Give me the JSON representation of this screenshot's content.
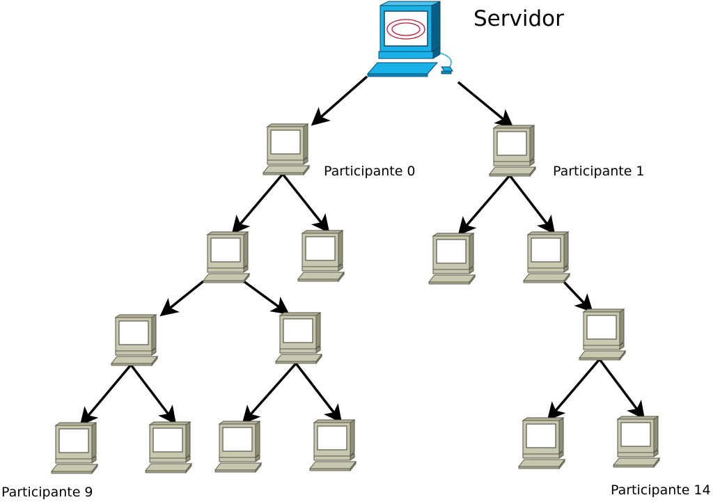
{
  "diagram": {
    "server_label": "Servidor",
    "labels": {
      "p0": "Participante 0",
      "p1": "Participante 1",
      "p9": "Participante 9",
      "p14": "Participante 14"
    },
    "colors": {
      "server": "#1ab0e8",
      "server_dark": "#0a5f86",
      "client": "#c8c8b0",
      "client_dark": "#8f8f78",
      "edge": "#000000"
    },
    "icons": {
      "server": "server-computer-icon",
      "client": "desktop-computer-icon"
    }
  }
}
